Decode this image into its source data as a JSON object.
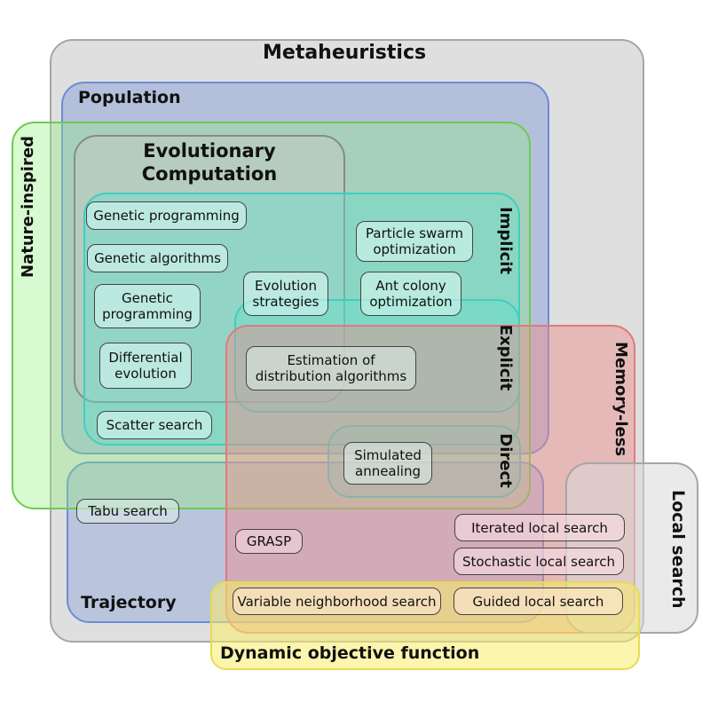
{
  "regions": {
    "metaheuristics": "Metaheuristics",
    "population": "Population",
    "nature_inspired": "Nature-inspired",
    "evolutionary_computation": "Evolutionary\nComputation",
    "implicit": "Implicit",
    "explicit": "Explicit",
    "direct": "Direct",
    "memory_less": "Memory-less",
    "local_search": "Local search",
    "trajectory": "Trajectory",
    "dynamic_objective_function": "Dynamic objective function"
  },
  "nodes": {
    "genetic_programming_1": "Genetic programming",
    "genetic_algorithms": "Genetic algorithms",
    "genetic_programming_2": "Genetic\nprogramming",
    "differential_evolution": "Differential\nevolution",
    "scatter_search": "Scatter search",
    "evolution_strategies": "Evolution\nstrategies",
    "particle_swarm": "Particle swarm\noptimization",
    "ant_colony": "Ant colony\noptimization",
    "estimation_distribution": "Estimation of\ndistribution algorithms",
    "simulated_annealing": "Simulated\nannealing",
    "tabu_search": "Tabu search",
    "grasp": "GRASP",
    "iterated_local_search": "Iterated local search",
    "stochastic_local_search": "Stochastic local search",
    "variable_neighborhood_search": "Variable neighborhood search",
    "guided_local_search": "Guided local search"
  },
  "colors": {
    "metaheuristics": "#d9d9d9",
    "population": "#7f9ad6",
    "nature_inspired": "#8ef07a",
    "evolutionary_computation": "#c8c8c8",
    "cyan_regions": "#5fe0d0",
    "memory_less": "#f08c8c",
    "local_search": "#d9d9d9",
    "trajectory": "#8fa4dc",
    "dynamic_objective_function": "#f7ec6a"
  }
}
